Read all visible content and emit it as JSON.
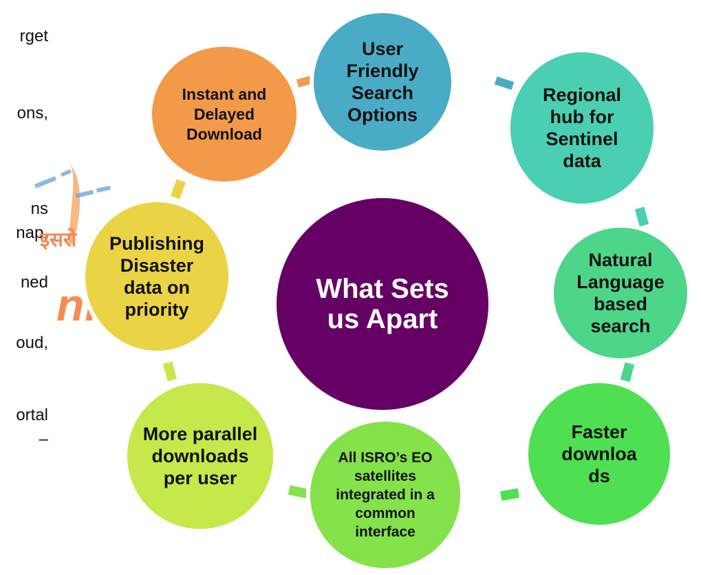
{
  "left_text": {
    "line1": "rget",
    "line2": "ons,",
    "line3": "ns",
    "line4": "nap,",
    "line5": "ned",
    "line6": "oud,",
    "line7": "ortal",
    "line8": "–"
  },
  "logo": {
    "hindi": "इसरो",
    "isro": "isro",
    "nrsc": "nrsc"
  },
  "center": {
    "label": "What Sets us Apart",
    "color": "#650065"
  },
  "nodes": [
    {
      "label": "User Friendly Search Options",
      "color": "#4aabc6"
    },
    {
      "label": "Regional hub for Sentinel data",
      "color": "#4bcfb3"
    },
    {
      "label": "Natural Language based search",
      "color": "#4dd58a"
    },
    {
      "label": "Faster downloa ds",
      "color": "#4ee052"
    },
    {
      "label": "All ISRO’s EO satellites integrated in a common interface",
      "color": "#84e24a"
    },
    {
      "label": "More parallel downloads per user",
      "color": "#c5e84a"
    },
    {
      "label": "Publishing Disaster data on priority",
      "color": "#ead446"
    },
    {
      "label": "Instant and Delayed Download",
      "color": "#f39a48"
    }
  ]
}
